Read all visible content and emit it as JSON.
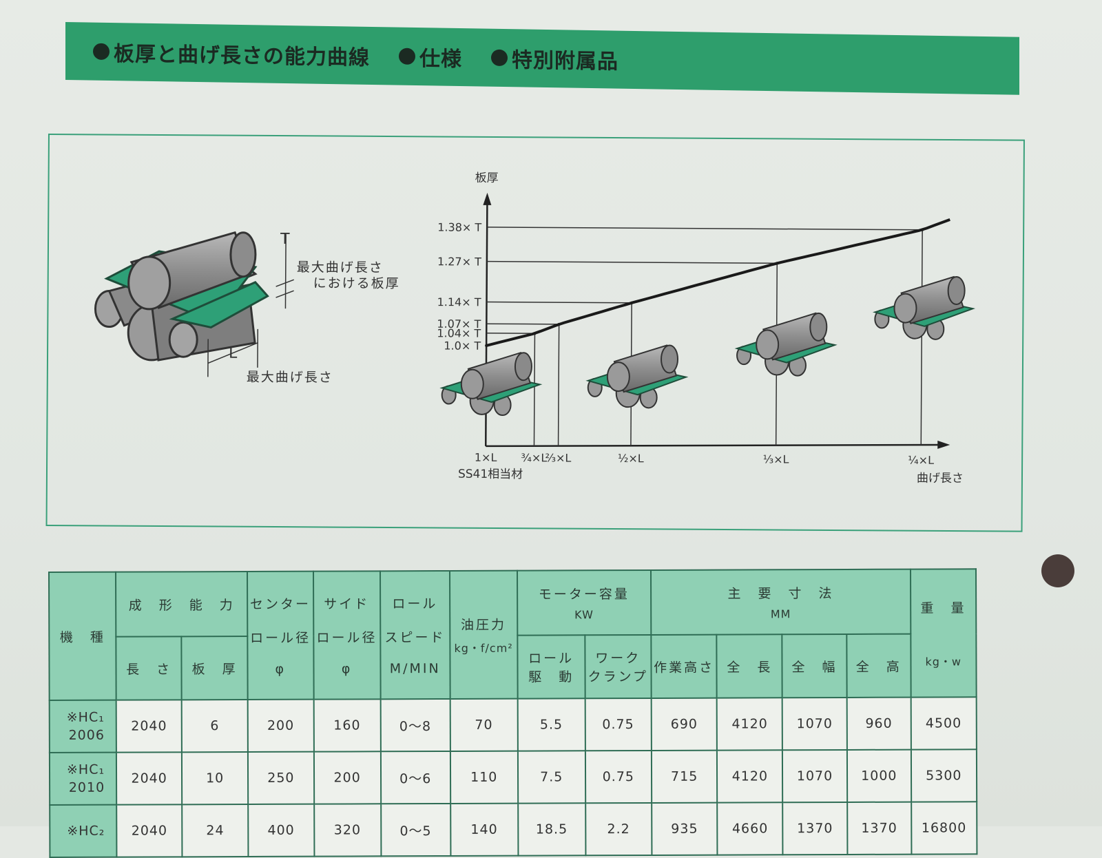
{
  "header": {
    "items": [
      "板厚と曲げ長さの能力曲線",
      "仕様",
      "特別附属品"
    ]
  },
  "diagram": {
    "thickness_mark": "T",
    "thickness_label_line1": "最大曲げ長さ",
    "thickness_label_line2": "における板厚",
    "length_mark": "L",
    "length_label": "最大曲げ長さ"
  },
  "chart_data": {
    "type": "line",
    "ylabel": "板厚",
    "xlabel": "曲げ長さ",
    "material_label": "SS41相当材",
    "y_ticks": [
      "1.0× T",
      "1.04× T",
      "1.07× T",
      "1.14× T",
      "1.27× T",
      "1.38× T"
    ],
    "x_ticks": [
      "1×L",
      "¾×L",
      "⅔×L",
      "½×L",
      "⅓×L",
      "¼×L"
    ],
    "series": [
      {
        "x": [
          1,
          0.75,
          0.6667,
          0.5,
          0.3333,
          0.25
        ],
        "y": [
          1.0,
          1.04,
          1.07,
          1.14,
          1.27,
          1.38
        ]
      }
    ]
  },
  "table": {
    "headers": {
      "model": "機　種",
      "forming": "成　形　能　力",
      "length": "長　さ",
      "thickness": "板　厚",
      "center_roll_1": "センター",
      "center_roll_2": "ロール径",
      "center_roll_unit": "φ",
      "side_roll_1": "サイド",
      "side_roll_2": "ロール径",
      "side_roll_unit": "φ",
      "roll_speed_1": "ロール",
      "roll_speed_2": "スピード",
      "roll_speed_unit": "M/MIN",
      "hydraulic": "油圧力",
      "hydraulic_unit": "kg・f/cm²",
      "motor": "モーター容量",
      "motor_unit": "KW",
      "roll_drive_1": "ロール",
      "roll_drive_2": "駆　動",
      "work_clamp_1": "ワーク",
      "work_clamp_2": "クランプ",
      "dims": "主　要　寸　法",
      "dims_unit": "MM",
      "work_height": "作業高さ",
      "total_length": "全　長",
      "total_width": "全　幅",
      "total_height": "全　高",
      "weight": "重　量",
      "weight_unit": "kg・w"
    },
    "rows": [
      {
        "model_1": "※HC₁",
        "model_2": "2006",
        "length": "2040",
        "thickness": "6",
        "center_roll": "200",
        "side_roll": "160",
        "speed": "0～8",
        "hydraulic": "70",
        "roll_drive": "5.5",
        "clamp": "0.75",
        "work_height": "690",
        "total_length": "4120",
        "total_width": "1070",
        "total_height": "960",
        "weight": "4500"
      },
      {
        "model_1": "※HC₁",
        "model_2": "2010",
        "length": "2040",
        "thickness": "10",
        "center_roll": "250",
        "side_roll": "200",
        "speed": "0～6",
        "hydraulic": "110",
        "roll_drive": "7.5",
        "clamp": "0.75",
        "work_height": "715",
        "total_length": "4120",
        "total_width": "1070",
        "total_height": "1000",
        "weight": "5300"
      },
      {
        "model_1": "※HC₂",
        "model_2": "",
        "length": "2040",
        "thickness": "24",
        "center_roll": "400",
        "side_roll": "320",
        "speed": "0～5",
        "hydraulic": "140",
        "roll_drive": "18.5",
        "clamp": "2.2",
        "work_height": "935",
        "total_length": "4660",
        "total_width": "1370",
        "total_height": "1370",
        "weight": "16800"
      }
    ]
  }
}
